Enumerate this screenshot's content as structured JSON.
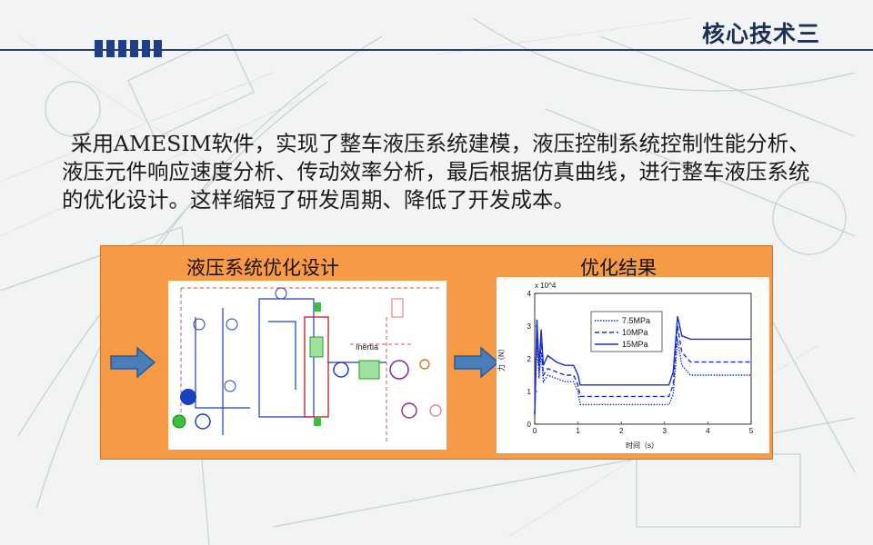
{
  "header": {
    "title": "核心技术三"
  },
  "body": {
    "paragraph": "采用AMESIM软件，实现了整车液压系统建模，液压控制系统控制性能分析、液压元件响应速度分析、传动效率分析，最后根据仿真曲线，进行整车液压系统的优化设计。这样缩短了研发周期、降低了开发成本。"
  },
  "panel": {
    "left_caption": "液压系统优化设计",
    "right_caption": "优化结果",
    "accent_color": "#f79a46",
    "arrow_color": "#4a7ebb",
    "diagram_label_inertia": "Inertia"
  },
  "chart_data": {
    "type": "line",
    "xlabel": "时间（s）",
    "ylabel": "力（N）",
    "y_multiplier": "x 10^4",
    "xlim": [
      0,
      5
    ],
    "ylim": [
      0,
      4
    ],
    "x_ticks": [
      "0",
      "1",
      "2",
      "3",
      "4",
      "5"
    ],
    "y_ticks": [
      "0",
      "1",
      "2",
      "3",
      "4"
    ],
    "legend_position": "top-center",
    "series": [
      {
        "name": "7.5MPa",
        "style": "dotted",
        "x": [
          0,
          0.05,
          0.1,
          0.15,
          0.2,
          0.3,
          0.5,
          0.7,
          0.9,
          1.0,
          1.05,
          3.1,
          3.2,
          3.3,
          3.4,
          3.6,
          4.0,
          5.0
        ],
        "y": [
          0.3,
          2.6,
          1.4,
          2.2,
          1.3,
          1.5,
          1.4,
          1.3,
          1.3,
          1.0,
          0.6,
          0.6,
          0.9,
          2.6,
          1.8,
          1.5,
          1.5,
          1.5
        ]
      },
      {
        "name": "10MPa",
        "style": "dashed",
        "x": [
          0,
          0.05,
          0.1,
          0.15,
          0.2,
          0.3,
          0.5,
          0.7,
          0.9,
          1.0,
          1.05,
          3.1,
          3.2,
          3.3,
          3.4,
          3.6,
          4.0,
          5.0
        ],
        "y": [
          0.3,
          2.9,
          1.6,
          2.5,
          1.5,
          1.7,
          1.6,
          1.5,
          1.5,
          1.2,
          0.85,
          0.85,
          1.2,
          3.0,
          2.2,
          1.9,
          1.9,
          1.9
        ]
      },
      {
        "name": "15MPa",
        "style": "solid",
        "x": [
          0,
          0.05,
          0.1,
          0.15,
          0.2,
          0.3,
          0.5,
          0.7,
          0.9,
          1.0,
          1.05,
          3.1,
          3.2,
          3.3,
          3.4,
          3.6,
          4.0,
          5.0
        ],
        "y": [
          0.3,
          3.2,
          1.8,
          2.9,
          1.8,
          2.1,
          1.9,
          1.8,
          1.8,
          1.5,
          1.2,
          1.2,
          1.6,
          3.3,
          2.7,
          2.6,
          2.6,
          2.6
        ]
      }
    ]
  }
}
